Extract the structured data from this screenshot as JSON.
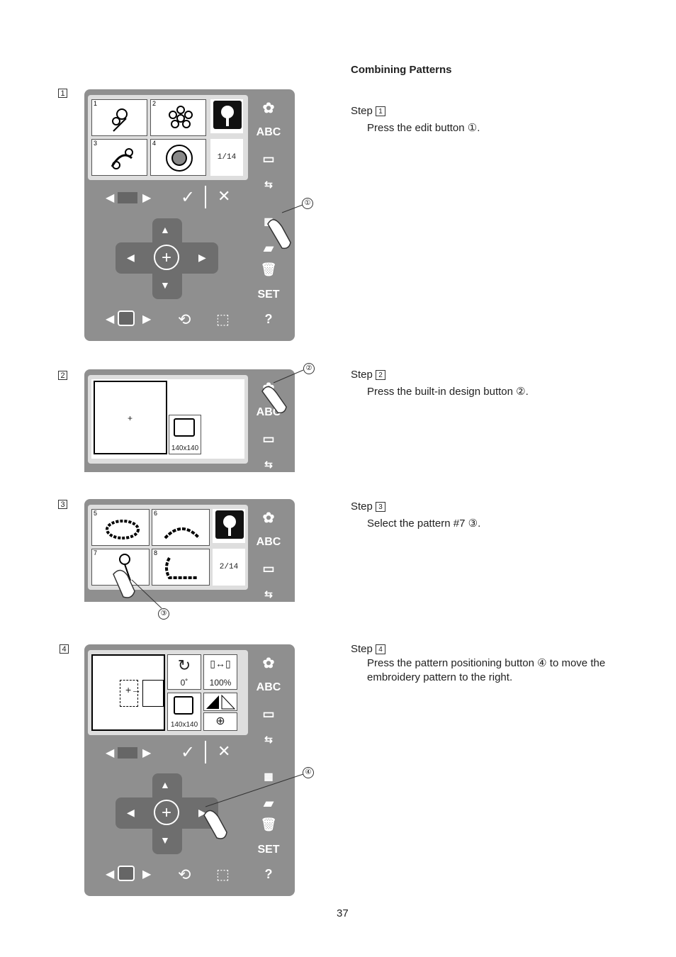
{
  "section_title": "Combining Patterns",
  "page_number": "37",
  "steps": [
    {
      "label": "Step",
      "num": "1",
      "text": "Press the edit button",
      "callout": "①",
      "suffix": "."
    },
    {
      "label": "Step",
      "num": "2",
      "text": "Press the built-in design button",
      "callout": "②",
      "suffix": "."
    },
    {
      "label": "Step",
      "num": "3",
      "text": "Select the pattern #7",
      "callout": "③",
      "suffix": "."
    },
    {
      "label": "Step",
      "num": "4",
      "text": "Press the pattern positioning button",
      "callout": "④",
      "suffix": " to move the embroidery pattern to the right."
    }
  ],
  "panel1": {
    "cells": [
      "1",
      "2",
      "3",
      "4"
    ],
    "page": "1/14"
  },
  "panel2": {
    "hoop": "140x140"
  },
  "panel3": {
    "cells": [
      "5",
      "6",
      "7",
      "8"
    ],
    "page": "2/14"
  },
  "panel4": {
    "rotate": "0˚",
    "scale": "100%",
    "hoop": "140x140"
  },
  "side_buttons": {
    "abc": "ABC",
    "set": "SET",
    "help": "?"
  },
  "colors": {
    "panel": "#8f8f8f",
    "screen": "#dedede",
    "dpad": "#6e6e6e"
  }
}
